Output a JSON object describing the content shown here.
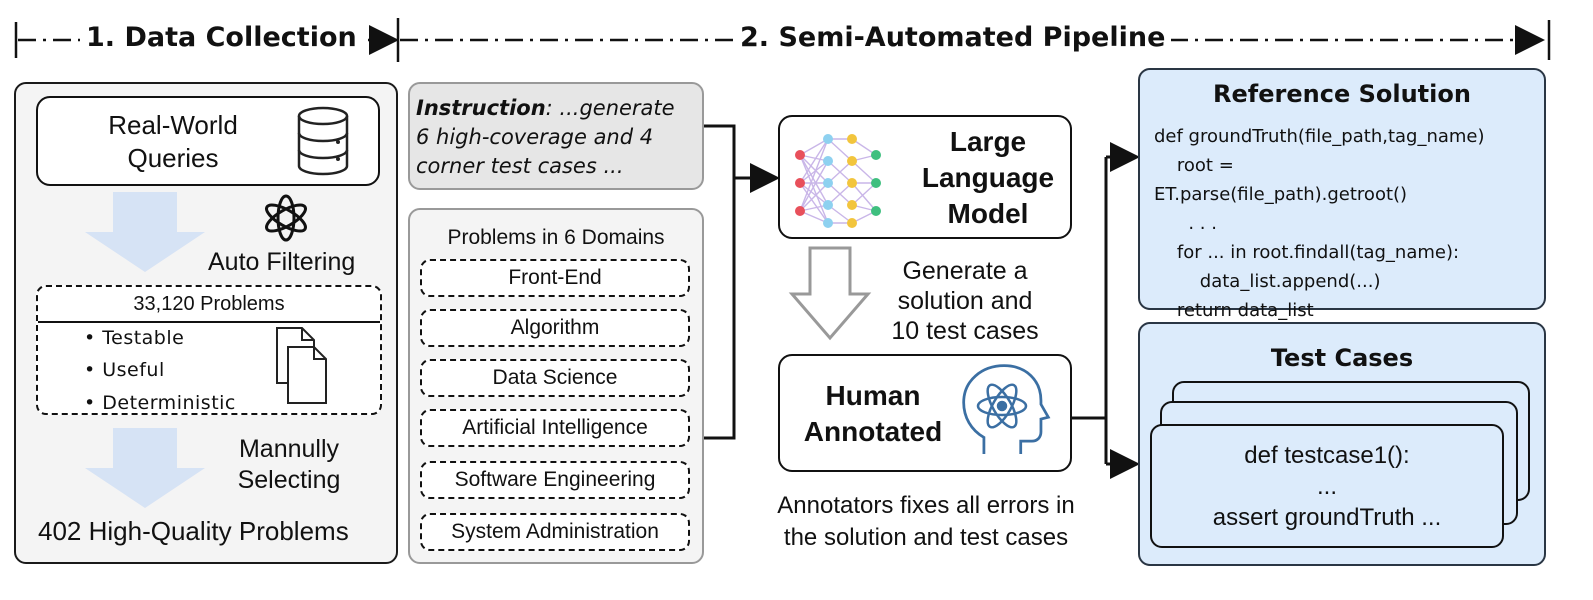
{
  "header": {
    "stage1": "1. Data Collection",
    "stage2": "2. Semi-Automated Pipeline"
  },
  "data_collection": {
    "queries_label": "Real-World Queries",
    "queries_line1": "Real-World",
    "queries_line2": "Queries",
    "auto_filtering": "Auto Filtering",
    "problems_count": "33,120 Problems",
    "criteria": [
      "Testable",
      "Useful",
      "Deterministic"
    ],
    "manual_line1": "Mannully",
    "manual_line2": "Selecting",
    "final": "402 High-Quality Problems"
  },
  "instruction": {
    "label": "Instruction",
    "line1_rest": ": ...generate",
    "line2": "6 high-coverage and 4",
    "line3": "corner test cases ..."
  },
  "domains": {
    "title": "Problems in 6 Domains",
    "items": [
      "Front-End",
      "Algorithm",
      "Data Science",
      "Artificial Intelligence",
      "Software Engineering",
      "System Administration"
    ]
  },
  "llm": {
    "line1": "Large",
    "line2": "Language",
    "line3": "Model"
  },
  "generate": {
    "line1": "Generate a",
    "line2": "solution and",
    "line3": "10 test cases"
  },
  "human": {
    "line1": "Human",
    "line2": "Annotated"
  },
  "annotators": {
    "line1": "Annotators fixes all errors in",
    "line2": "the solution and test cases"
  },
  "reference": {
    "title": "Reference Solution",
    "code": [
      "def groundTruth(file_path,tag_name)",
      "    root =",
      "ET.parse(file_path).getroot()",
      "      . . .",
      "    for ... in root.findall(tag_name):",
      "        data_list.append(...)",
      "    return data_list"
    ]
  },
  "tests": {
    "title": "Test Cases",
    "line1": "def testcase1():",
    "line2": "...",
    "line3": "assert groundTruth ..."
  },
  "colors": {
    "panel_gray": "#f4f4f4",
    "panel_blue": "#dcebfb",
    "arrow_blue": "#d6e3f5",
    "head_blue": "#2f6fae"
  }
}
